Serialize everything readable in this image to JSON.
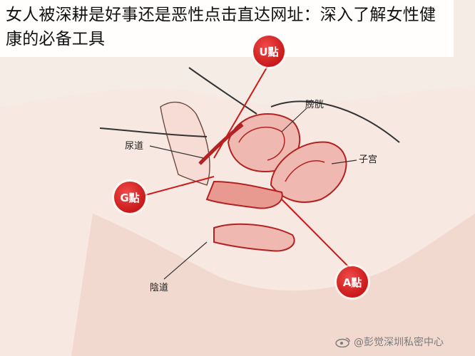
{
  "headline": "女人被深耕是好事还是恶性点击直达网址：深入了解女性健康的必备工具",
  "labels": {
    "bladder": "膀胱",
    "urethra": "尿道",
    "uterus": "子宫",
    "vagina": "陰道"
  },
  "badges": {
    "u": "U點",
    "g": "G點",
    "a": "A點"
  },
  "watermark": "@彭觉深圳私密中心",
  "colors": {
    "tissue": "#efb8b0",
    "organ_outline": "#b22222",
    "badge": "#d22",
    "line": "#cc1a1a"
  }
}
